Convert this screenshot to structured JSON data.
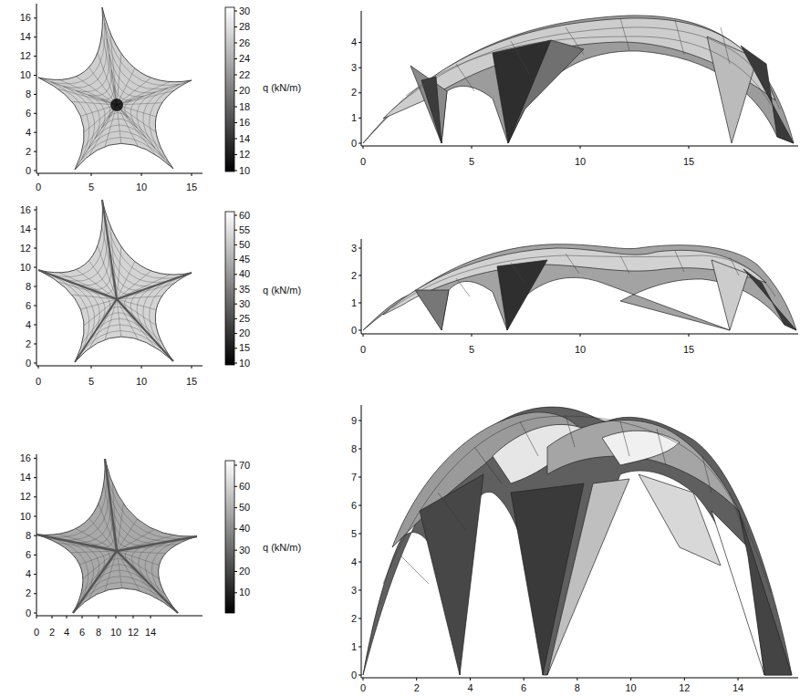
{
  "diagram": {
    "labels": [
      "16",
      "14",
      "12",
      "10",
      "8",
      "6",
      "4",
      "2",
      "0",
      "0",
      "5",
      "10",
      "15",
      "30",
      "28",
      "26",
      "24",
      "22",
      "20",
      "18",
      "16",
      "14",
      "12",
      "10",
      "q (kN/m)",
      "4",
      "3",
      "2",
      "1",
      "0",
      "0",
      "5",
      "10",
      "15",
      "16",
      "14",
      "12",
      "10",
      "8",
      "6",
      "4",
      "2",
      "0",
      "0",
      "5",
      "10",
      "15",
      "60",
      "55",
      "50",
      "45",
      "40",
      "35",
      "30",
      "25",
      "20",
      "15",
      "10",
      "q (kN/m)",
      "3",
      "2",
      "1",
      "0",
      "0",
      "5",
      "10",
      "15",
      "16",
      "14",
      "12",
      "10",
      "8",
      "6",
      "4",
      "2",
      "0",
      "0",
      "2",
      "4",
      "6",
      "8",
      "10",
      "12",
      "14",
      "70",
      "60",
      "50",
      "40",
      "30",
      "20",
      "10",
      "q (kN/m)",
      "9",
      "8",
      "7",
      "6",
      "5",
      "4",
      "3",
      "2",
      "1",
      "0",
      "0",
      "2",
      "4",
      "6",
      "8",
      "10",
      "12",
      "14"
    ]
  }
}
